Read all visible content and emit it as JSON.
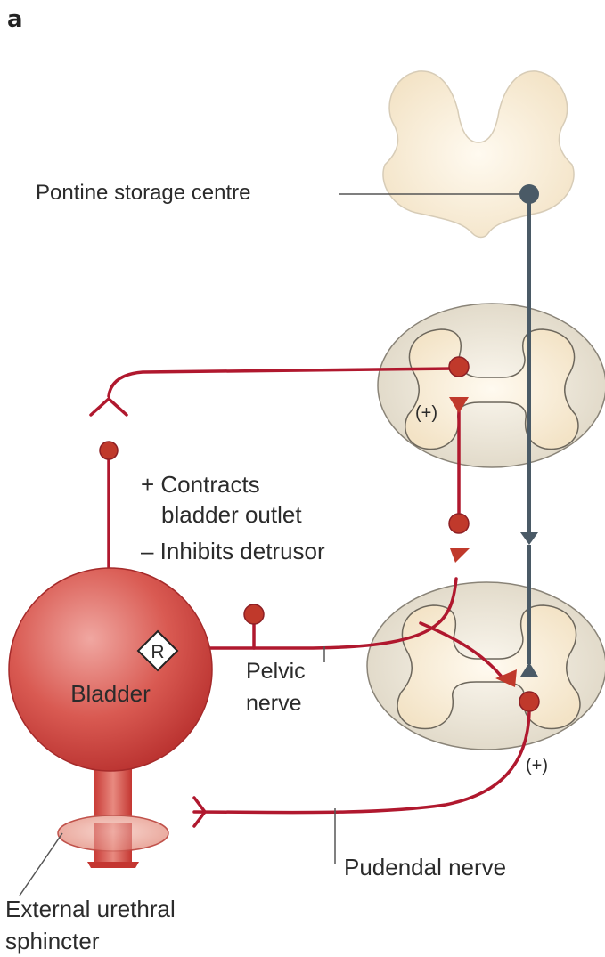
{
  "panel_letter": "a",
  "labels": {
    "pontine": "Pontine storage centre",
    "plus_top": "(+)",
    "contracts_1": "+ Contracts",
    "contracts_2": "bladder outlet",
    "inhibits": "– Inhibits detrusor",
    "receptor": "R",
    "bladder": "Bladder",
    "pelvic_1": "Pelvic",
    "pelvic_2": "nerve",
    "plus_bottom": "(+)",
    "pudendal": "Pudendal nerve",
    "sphincter_1": "External urethral",
    "sphincter_2": "sphincter"
  },
  "colors": {
    "nerve_red": "#b0182e",
    "neuron_red": "#c0392b",
    "descending": "#4a5a66",
    "tissue": "#f6ecda",
    "spinal_outer": "#ece6d8",
    "bladder": "#d94a4a"
  }
}
